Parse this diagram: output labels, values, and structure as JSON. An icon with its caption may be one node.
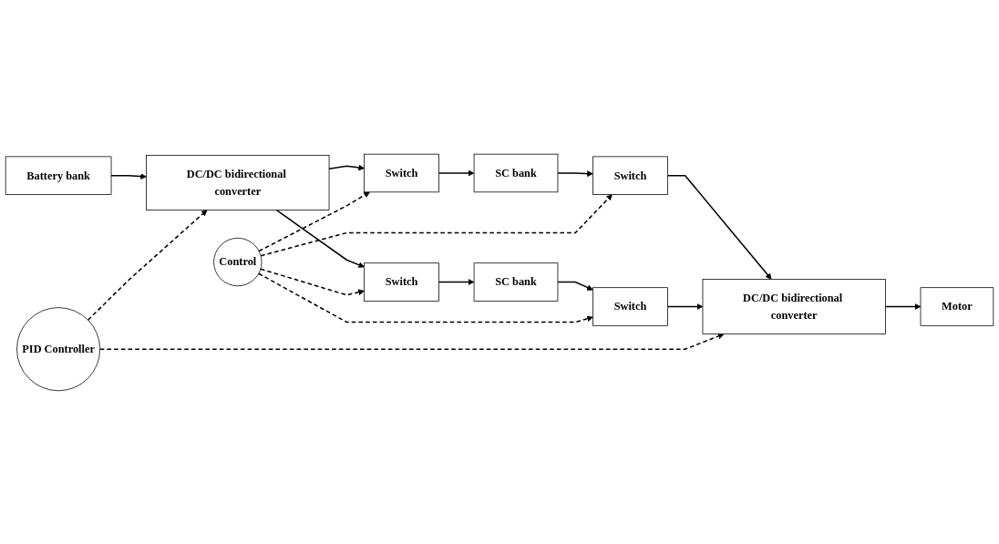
{
  "diagram": {
    "nodes": [
      {
        "text": [
          "Battery bank"
        ]
      },
      {
        "text": [
          "DC/DC bidirectional converter"
        ]
      },
      {
        "text": [
          "Switch"
        ]
      },
      {
        "text": [
          "SC bank"
        ]
      },
      {
        "text": [
          "Switch"
        ]
      },
      {
        "text": [
          "Control"
        ]
      },
      {
        "text": [
          "Switch"
        ]
      },
      {
        "text": [
          "SC bank"
        ]
      },
      {
        "text": [
          "Switch"
        ]
      },
      {
        "text": [
          "DC/DC bidirectional converter"
        ]
      },
      {
        "text": [
          "Motor"
        ]
      },
      {
        "text": [
          "PID Controller"
        ]
      }
    ],
    "edges": [
      {
        "from": 0,
        "to": 1,
        "arrow": "to"
      },
      {
        "from": 1,
        "to": 2,
        "arrow": "to"
      },
      {
        "from": 1,
        "to": 6,
        "arrow": "to"
      },
      {
        "from": 2,
        "to": 3,
        "arrow": "to"
      },
      {
        "from": 3,
        "to": 4,
        "arrow": "to"
      },
      {
        "from": 6,
        "to": 7,
        "arrow": "to"
      },
      {
        "from": 7,
        "to": 8,
        "arrow": "to"
      },
      {
        "from": 4,
        "to": 9,
        "arrow": "to"
      },
      {
        "from": 8,
        "to": 9,
        "arrow": "to"
      },
      {
        "from": 9,
        "to": 10,
        "arrow": "to"
      },
      {
        "from": 5,
        "to": 2,
        "arrow": "to",
        "style": "dashed"
      },
      {
        "from": 5,
        "to": 4,
        "arrow": "to",
        "style": "dashed"
      },
      {
        "from": 5,
        "to": 6,
        "arrow": "to",
        "style": "dashed"
      },
      {
        "from": 5,
        "to": 8,
        "arrow": "to",
        "style": "dashed"
      },
      {
        "from": 11,
        "to": 1,
        "arrow": "to",
        "style": "dashed"
      },
      {
        "from": 11,
        "to": 9,
        "arrow": "to",
        "style": "dashed"
      }
    ]
  }
}
